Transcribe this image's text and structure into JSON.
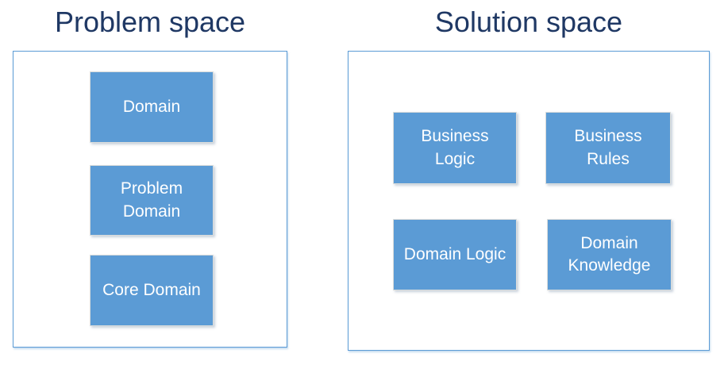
{
  "diagram": {
    "problem": {
      "title": "Problem space",
      "boxes": [
        "Domain",
        "Problem Domain",
        "Core Domain"
      ]
    },
    "solution": {
      "title": "Solution space",
      "boxes": [
        "Business Logic",
        "Business Rules",
        "Domain Logic",
        "Domain Knowledge"
      ]
    }
  },
  "colors": {
    "box-fill": "#5B9BD5",
    "box-text": "#FFFFFF",
    "panel-border": "#5B9BD5",
    "title-text": "#1F3864"
  }
}
